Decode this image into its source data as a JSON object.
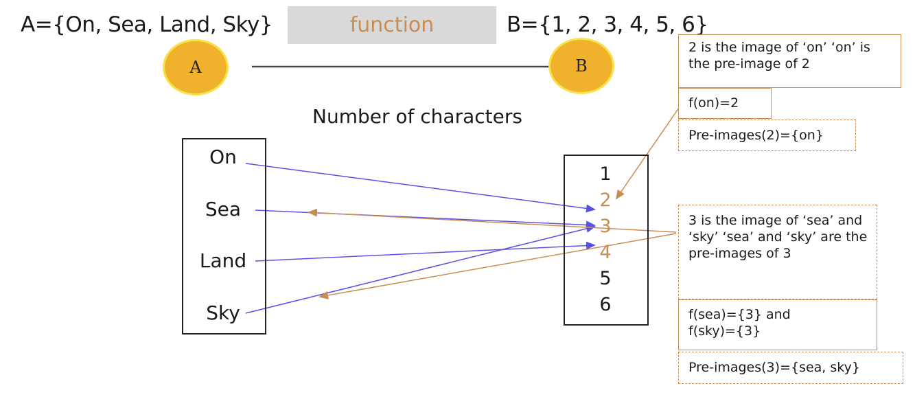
{
  "set_a_definition": "A={On, Sea, Land, Sky}",
  "function_label": "function",
  "set_b_definition": "B={1, 2, 3, 4, 5, 6}",
  "node_a_label": "A",
  "node_b_label": "B",
  "mapping_caption": "Number of characters",
  "domain_elements": [
    "On",
    "Sea",
    "Land",
    "Sky"
  ],
  "codomain_elements": [
    "1",
    "2",
    "3",
    "4",
    "5",
    "6"
  ],
  "mappings": [
    {
      "from": "On",
      "to": "2"
    },
    {
      "from": "Sea",
      "to": "3"
    },
    {
      "from": "Land",
      "to": "4"
    },
    {
      "from": "Sky",
      "to": "3"
    }
  ],
  "notes": {
    "image_on": "2 is the image of ‘on’ ‘on’ is the pre-image of 2",
    "f_on": "f(on)=2",
    "preimages_2": "Pre-images(2)={on}",
    "image_sea_sky": "3 is the image of ‘sea’ and ‘sky’ ‘sea’ and ‘sky’ are the pre-images of 3",
    "f_sea_sky": "f(sea)={3} and f(sky)={3}",
    "preimages_3": "Pre-images(3)={sea, sky}"
  },
  "colors": {
    "mapping_arrow": "#5a52e0",
    "annotation": "#c98d52",
    "node_fill": "#f0b22c",
    "highlight_number": "#c98d52"
  }
}
